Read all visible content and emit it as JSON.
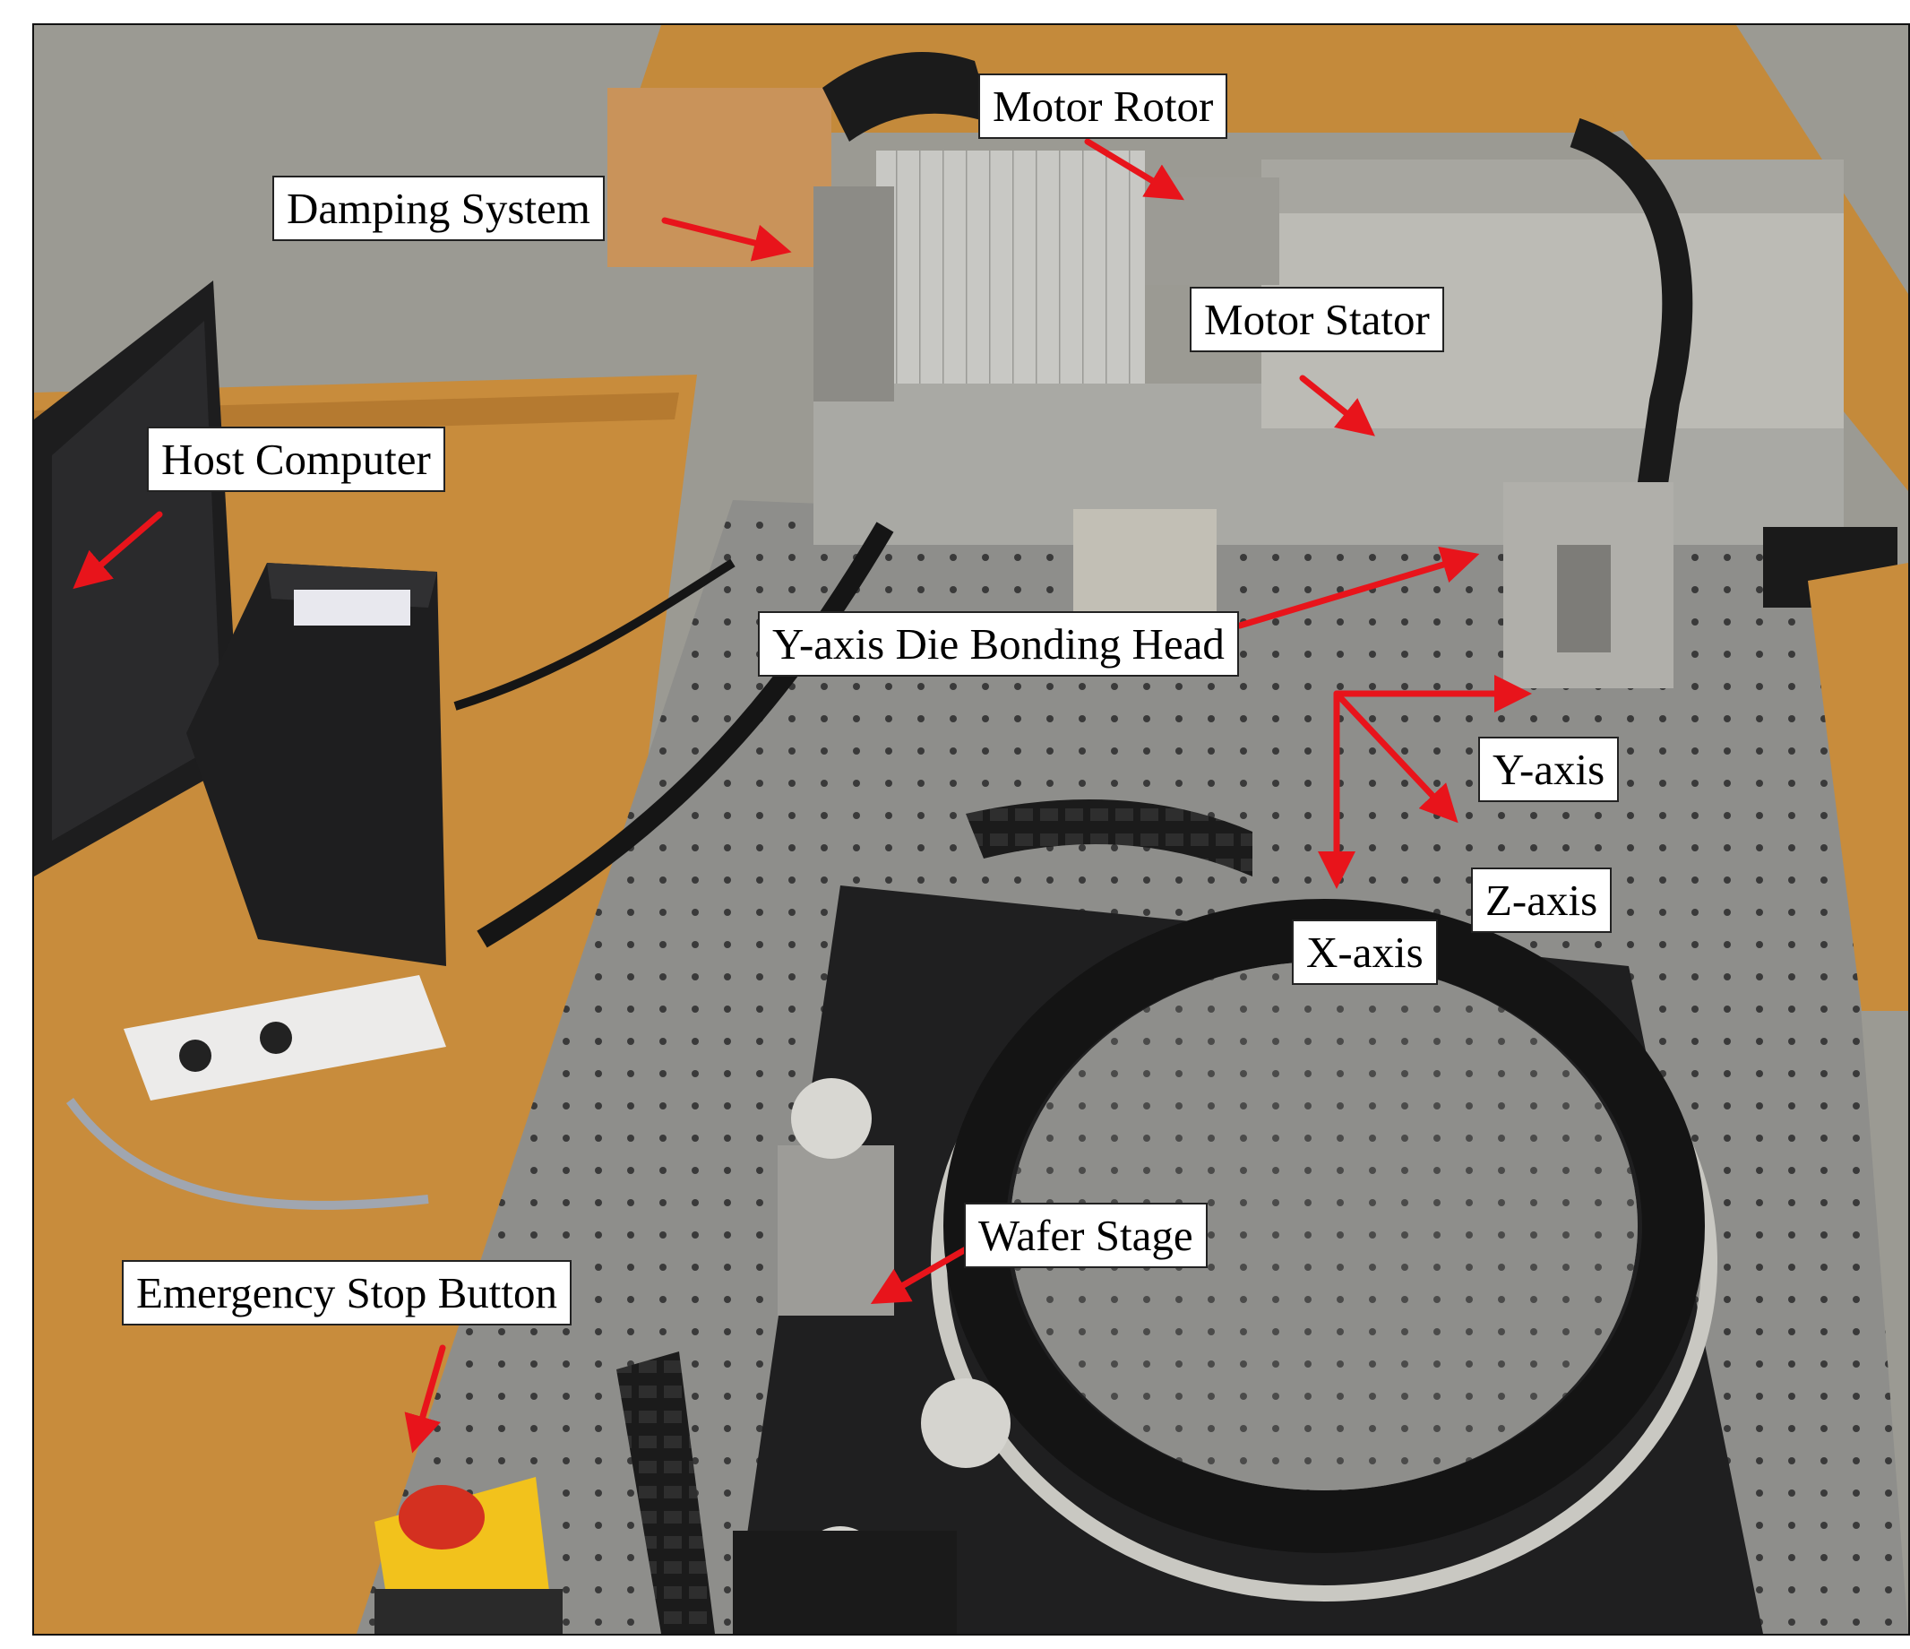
{
  "colors": {
    "arrow": "#e8141b",
    "label_bg": "#ffffff",
    "label_text": "#000000",
    "floor": "#9a9890",
    "bench_wood": "#c98d3c",
    "machine_steel": "#b7b6b0",
    "optical_table": "#8f8f8c",
    "wafer_ring": "#141414",
    "estop_housing": "#f2c21c",
    "estop_button": "#d62f1f"
  },
  "labels": {
    "damping_system": "Damping System",
    "motor_rotor": "Motor Rotor",
    "motor_stator": "Motor Stator",
    "host_computer": "Host Computer",
    "y_axis_die_bonding_head": "Y-axis Die Bonding Head",
    "y_axis": "Y-axis",
    "z_axis": "Z-axis",
    "x_axis": "X-axis",
    "wafer_stage": "Wafer Stage",
    "emergency_stop_button": "Emergency Stop Button"
  }
}
